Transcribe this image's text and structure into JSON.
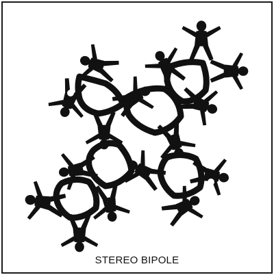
{
  "caption": "STEREO BIPOLE",
  "colors": {
    "ink": "#111111",
    "paper": "#ffffff",
    "border": "#1a1a1a"
  },
  "figures": [
    {
      "name": "figure-top-left-diver"
    },
    {
      "name": "figure-left-diver"
    },
    {
      "name": "figure-upper-center-diver"
    },
    {
      "name": "figure-top-diver"
    },
    {
      "name": "figure-top-right-diver"
    },
    {
      "name": "figure-upper-right-diver"
    },
    {
      "name": "figure-center-left-diver"
    },
    {
      "name": "figure-center-diver"
    },
    {
      "name": "figure-center-right-diver"
    },
    {
      "name": "figure-right-diver"
    },
    {
      "name": "figure-lower-left-diver"
    },
    {
      "name": "figure-bottom-left-diver"
    },
    {
      "name": "figure-bottom-diver"
    },
    {
      "name": "figure-lower-center-diver"
    },
    {
      "name": "figure-lower-right-diver"
    },
    {
      "name": "figure-bottom-right-diver"
    }
  ]
}
